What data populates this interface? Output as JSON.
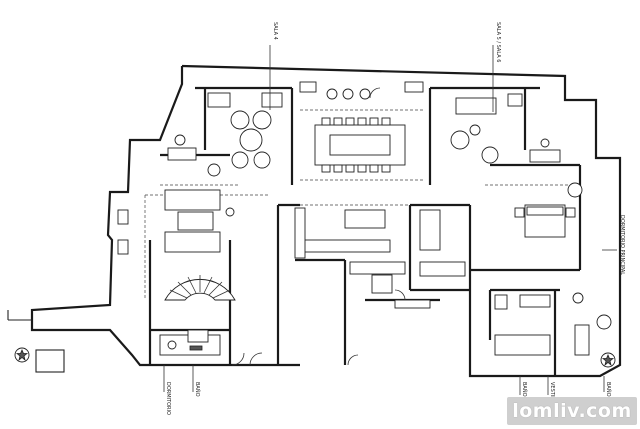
{
  "watermark": {
    "text": "lomliv.com"
  },
  "room_labels": [
    {
      "id": "top-left",
      "text": "SALA 4"
    },
    {
      "id": "top-right",
      "text": "SALA 5 / SALA 6"
    },
    {
      "id": "right-vertical",
      "text": "DORMITORIO PRINCIPAL"
    },
    {
      "id": "bottom-left-1",
      "text": "DORMITORIO"
    },
    {
      "id": "bottom-left-2",
      "text": "BAÑO"
    },
    {
      "id": "bottom-right-1",
      "text": "BAÑO"
    },
    {
      "id": "bottom-right-2",
      "text": "VESTIDOR"
    },
    {
      "id": "bottom-right-3",
      "text": "BAÑO"
    }
  ],
  "colors": {
    "ink": "#1a1a1a",
    "paper": "#ffffff",
    "watermark_bg": "#cfcfcf"
  }
}
